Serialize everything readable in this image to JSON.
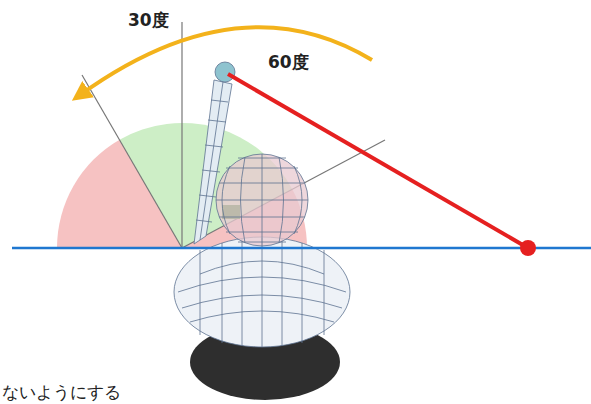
{
  "diagram": {
    "labels": [
      "30度",
      "60度",
      "ないようにする"
    ]
  }
}
